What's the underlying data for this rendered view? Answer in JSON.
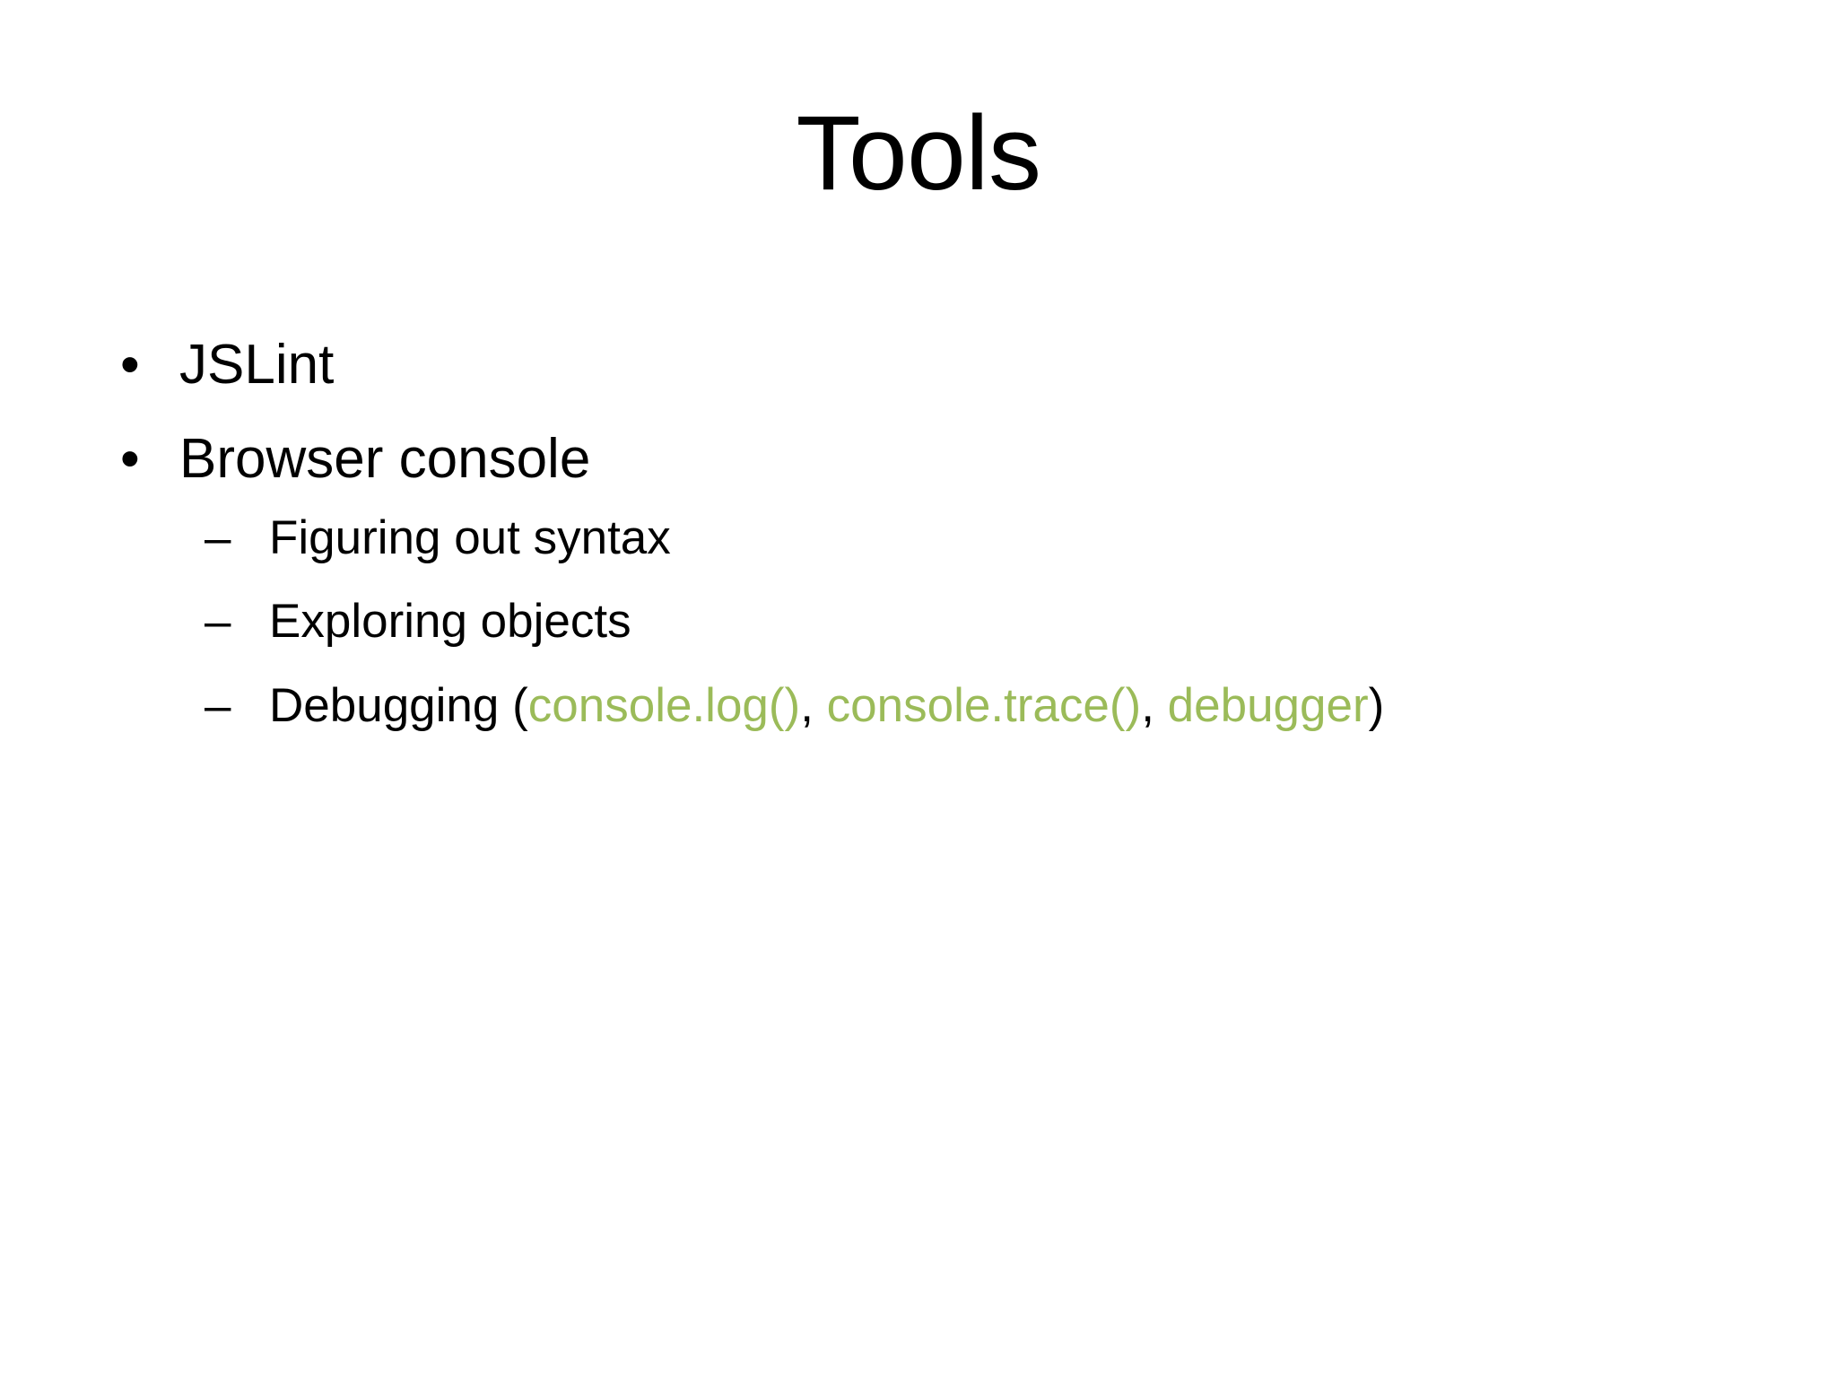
{
  "slide": {
    "title": "Tools",
    "background_color": "#FFFFFF",
    "text_color": "#000000",
    "code_color": "#9BBB59",
    "bullet_glyph_level1": "•",
    "bullet_glyph_level2": "–",
    "bullets": [
      {
        "level": 1,
        "text": "JSLint",
        "children": []
      },
      {
        "level": 2,
        "text": "Browser console",
        "children": [
          {
            "level": 2,
            "text": "Figuring out syntax"
          },
          {
            "level": 2,
            "text": "Exploring objects"
          },
          {
            "level": 2,
            "text": "Debugging (console.log(), console.trace(), debugger)",
            "runs": [
              {
                "text": "Debugging (",
                "style": "plain"
              },
              {
                "text": "console.log()",
                "style": "code"
              },
              {
                "text": ", ",
                "style": "plain"
              },
              {
                "text": "console.trace()",
                "style": "code"
              },
              {
                "text": ", ",
                "style": "plain"
              },
              {
                "text": "debugger",
                "style": "code"
              },
              {
                "text": ")",
                "style": "plain"
              }
            ]
          }
        ]
      }
    ]
  }
}
